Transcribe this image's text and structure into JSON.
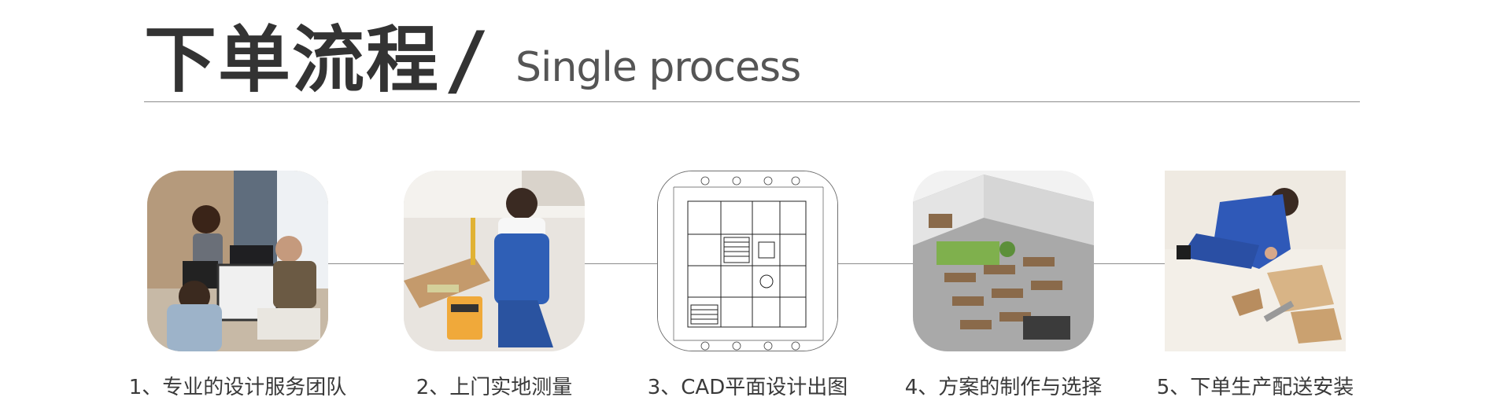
{
  "header": {
    "title_cn": "下单流程",
    "slash": "/",
    "title_en": "Single process"
  },
  "steps": [
    {
      "label": "1、专业的设计服务团队",
      "icon": "design-team-photo"
    },
    {
      "label": "2、上门实地测量",
      "icon": "onsite-measuring-photo"
    },
    {
      "label": "3、CAD平面设计出图",
      "icon": "cad-floor-plan-drawing"
    },
    {
      "label": "4、方案的制作与选择",
      "icon": "3d-office-layout-render"
    },
    {
      "label": "5、下单生产配送安装",
      "icon": "furniture-installation-photo"
    }
  ]
}
